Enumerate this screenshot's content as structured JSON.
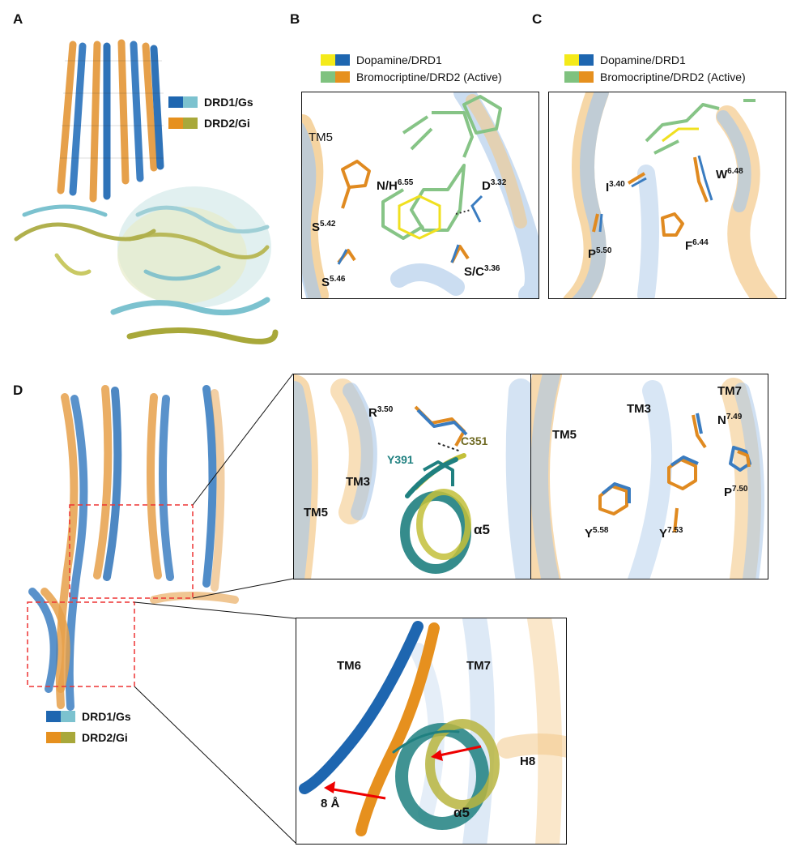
{
  "panels": {
    "A": "A",
    "B": "B",
    "C": "C",
    "D": "D"
  },
  "legendA": [
    {
      "label": "DRD1/Gs",
      "colors": [
        "#1e66b0",
        "#7cc2cf"
      ]
    },
    {
      "label": "DRD2/Gi",
      "colors": [
        "#e6901e",
        "#a8a83a"
      ]
    }
  ],
  "legendB": [
    {
      "label": "Dopamine/DRD1",
      "colors": [
        "#f4ea1a",
        "#1e66b0"
      ]
    },
    {
      "label": "Bromocriptine/DRD2 (Active)",
      "colors": [
        "#7fc27f",
        "#e6901e"
      ]
    }
  ],
  "legendD": [
    {
      "label": "DRD1/Gs",
      "colors": [
        "#1e66b0",
        "#7cc2cf"
      ]
    },
    {
      "label": "DRD2/Gi",
      "colors": [
        "#e6901e",
        "#a8a83a"
      ]
    }
  ],
  "B": {
    "tm5": "TM5",
    "nh": {
      "base": "N/H",
      "sup": "6.55"
    },
    "d332": {
      "base": "D",
      "sup": "3.32"
    },
    "s542": {
      "base": "S",
      "sup": "5.42"
    },
    "s546": {
      "base": "S",
      "sup": "5.46"
    },
    "sc336": {
      "base": "S/C",
      "sup": "3.36"
    }
  },
  "C": {
    "i340": {
      "base": "I",
      "sup": "3.40"
    },
    "w648": {
      "base": "W",
      "sup": "6.48"
    },
    "p550": {
      "base": "P",
      "sup": "5.50"
    },
    "f644": {
      "base": "F",
      "sup": "6.44"
    }
  },
  "D1": {
    "r350": {
      "base": "R",
      "sup": "3.50"
    },
    "c351": "C351",
    "y391": "Y391",
    "tm3": "TM3",
    "tm5": "TM5",
    "a5": "α5"
  },
  "D2": {
    "tm5": "TM5",
    "tm3": "TM3",
    "tm7": "TM7",
    "n749": {
      "base": "N",
      "sup": "7.49"
    },
    "p750": {
      "base": "P",
      "sup": "7.50"
    },
    "y558": {
      "base": "Y",
      "sup": "5.58"
    },
    "y753": {
      "base": "Y",
      "sup": "7.53"
    }
  },
  "D3": {
    "tm6": "TM6",
    "tm7": "TM7",
    "h8": "H8",
    "dist": "8 Å",
    "a5": "α5"
  }
}
